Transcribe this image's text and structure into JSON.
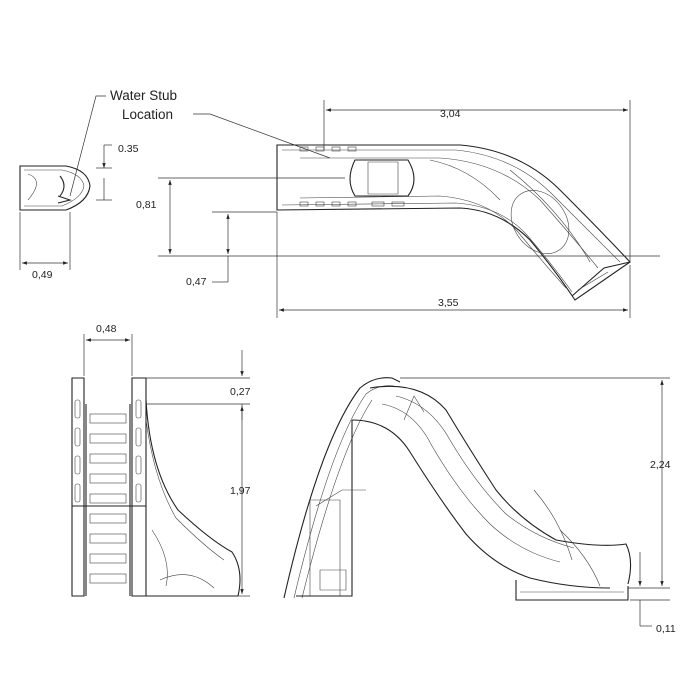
{
  "callout": {
    "line1": "Water Stub",
    "line2": "Location"
  },
  "dimensions": {
    "stub_depth": "0.35",
    "stub_width": "0,49",
    "top_length": "3,04",
    "total_length": "3,55",
    "entry_height": "0,81",
    "entry_offset": "0,47",
    "ladder_width": "0,48",
    "rail_height": "0,27",
    "deck_height": "1,97",
    "total_height": "2,24",
    "exit_height": "0,11"
  },
  "colors": {
    "line": "#222222",
    "background": "#ffffff"
  }
}
